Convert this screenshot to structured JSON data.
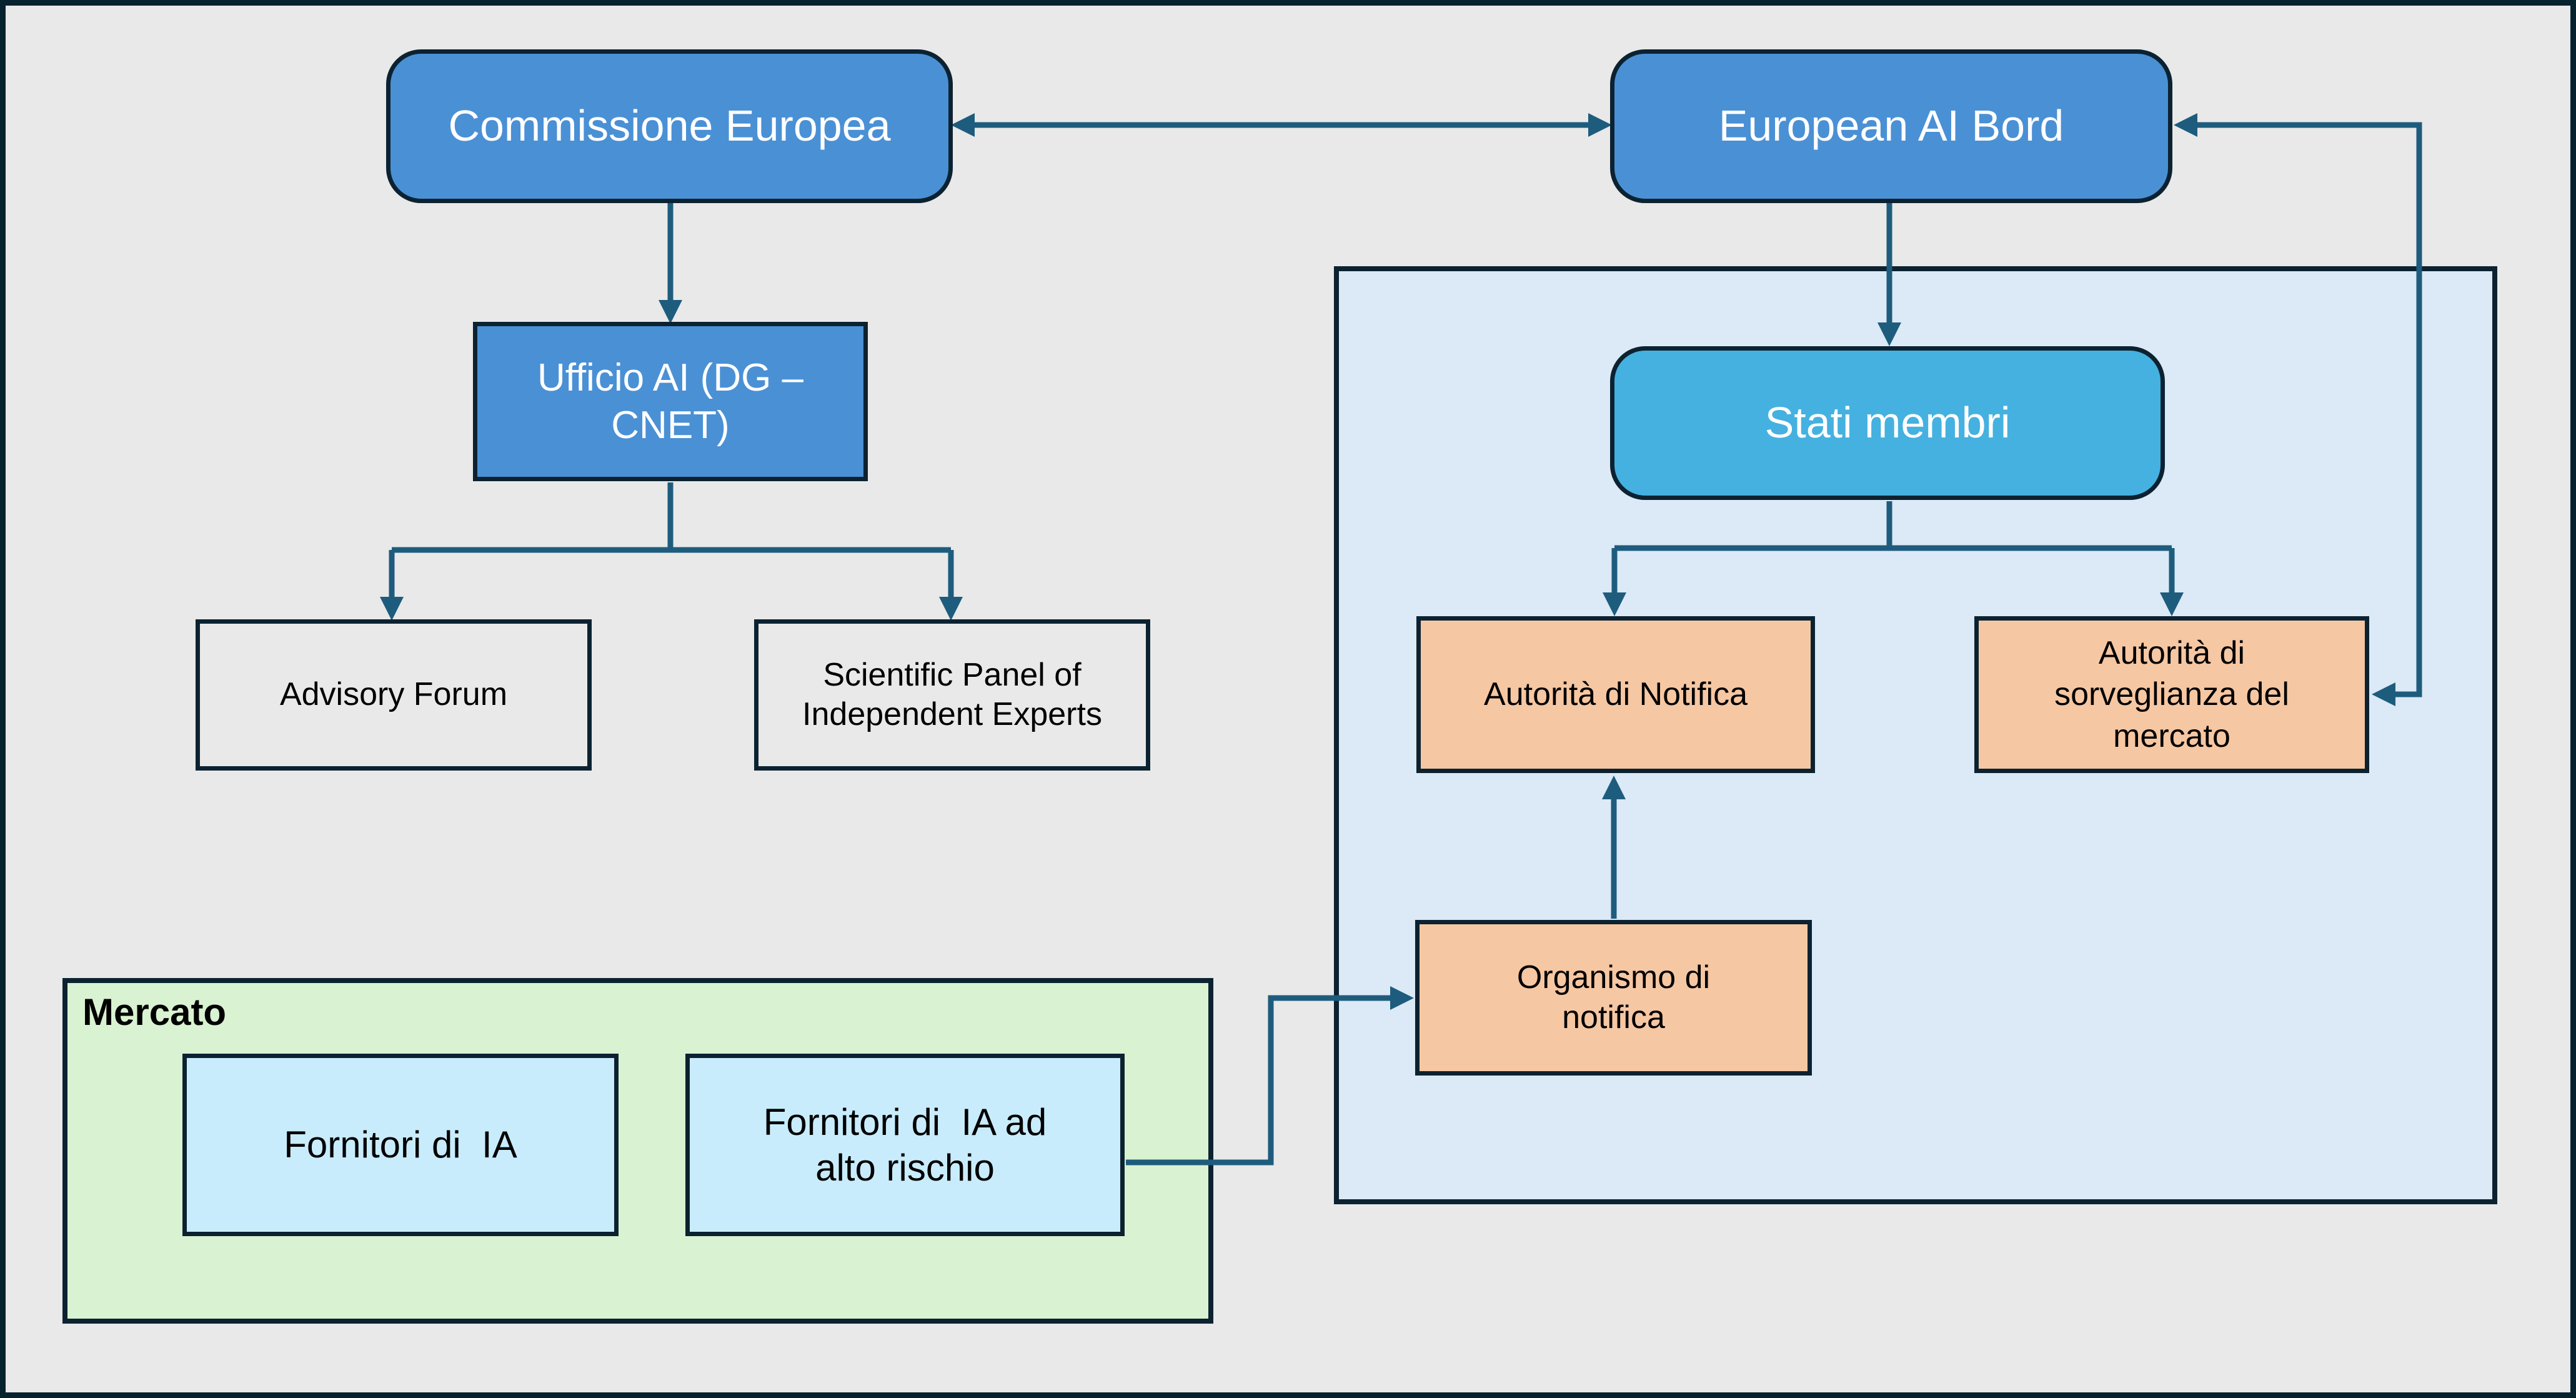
{
  "diagram_title": "EU AI governance flowchart",
  "colors": {
    "background": "#e9e9e9",
    "frame_border": "#07222f",
    "box_border": "#0c2231",
    "arrow": "#1e5c7d",
    "commission_blue": "#4a90d5",
    "member_state_cyan": "#45b1e0",
    "authority_orange": "#f6c7a3",
    "market_green": "#d9f2d1",
    "provider_lightblue": "#c9ecfc",
    "member_area_blue": "#dce9f6",
    "text_light": "#ffffff",
    "text_dark": "#000000"
  },
  "nodes": {
    "commissione": {
      "label": "Commissione Europea"
    },
    "ai_board": {
      "label": "European AI Bord"
    },
    "ufficio_ai": {
      "label": "Ufficio AI (DG –\nCNET)"
    },
    "advisory_forum": {
      "label": "Advisory Forum"
    },
    "scientific_panel": {
      "label": "Scientific Panel of\nIndependent Experts"
    },
    "stati_membri": {
      "label": "Stati membri"
    },
    "autorita_notifica": {
      "label": "Autorità di Notifica"
    },
    "autorita_sorveglianza": {
      "label": "Autorità di\nsorveglianza del\nmercato"
    },
    "organismo_notifica": {
      "label": "Organismo di\nnotifica"
    },
    "fornitori_ia": {
      "label": "Fornitori di  IA"
    },
    "fornitori_ia_alto_rischio": {
      "label": "Fornitori di  IA ad\nalto rischio"
    }
  },
  "containers": {
    "mercato": {
      "label": "Mercato"
    },
    "stati_membri_area": {
      "label": ""
    }
  },
  "connections": [
    {
      "from": "commissione",
      "to": "ai_board",
      "style": "double-headed horizontal"
    },
    {
      "from": "commissione",
      "to": "ufficio_ai",
      "style": "arrow down"
    },
    {
      "from": "ufficio_ai",
      "to": "advisory_forum",
      "style": "branch arrow down"
    },
    {
      "from": "ufficio_ai",
      "to": "scientific_panel",
      "style": "branch arrow down"
    },
    {
      "from": "ai_board",
      "to": "stati_membri",
      "style": "arrow down"
    },
    {
      "from": "stati_membri",
      "to": "autorita_notifica",
      "style": "branch arrow down"
    },
    {
      "from": "stati_membri",
      "to": "autorita_sorveglianza",
      "style": "branch arrow down"
    },
    {
      "from": "organismo_notifica",
      "to": "autorita_notifica",
      "style": "arrow up"
    },
    {
      "from": "ai_board",
      "to": "autorita_sorveglianza",
      "style": "elbow double-headed right side"
    },
    {
      "from": "fornitori_ia_alto_rischio",
      "to": "organismo_notifica",
      "style": "elbow arrow right"
    }
  ]
}
